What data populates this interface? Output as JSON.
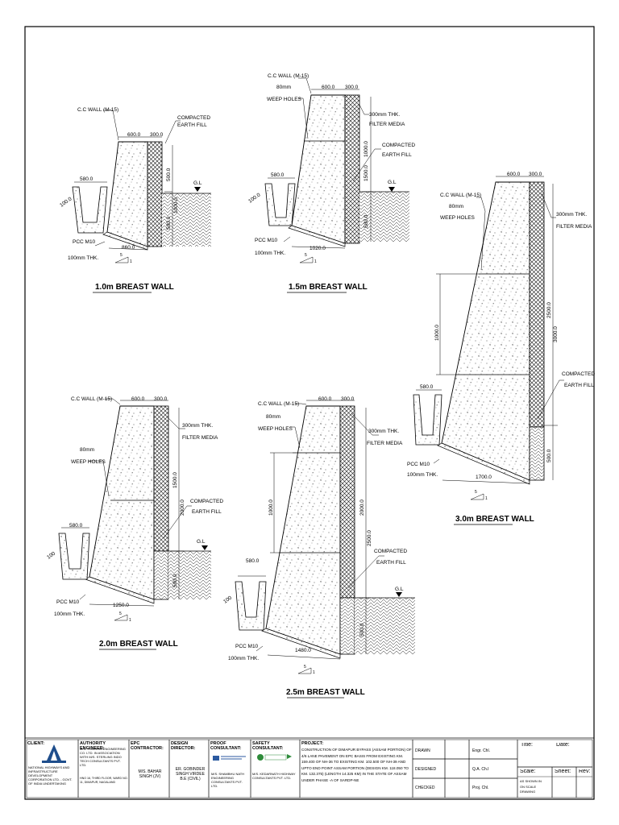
{
  "walls": {
    "w10": {
      "title": "1.0m BREAST WALL",
      "cc_wall": "C.C WALL (M-15)",
      "compacted": [
        "COMPACTED",
        "EARTH FILL"
      ],
      "top_dim": "600.0",
      "filter_dim": "300.0",
      "drain_dim": "580.0",
      "drain_side": "100.0",
      "gl": "G.L",
      "v1": "500.0",
      "v2": "1000.0",
      "v3": "500.0",
      "base_dim": "860.0",
      "pcc": [
        "PCC M10",
        "100mm THK."
      ],
      "slope": "5",
      "slope_h": "1"
    },
    "w15": {
      "title": "1.5m BREAST WALL",
      "cc_wall": "C.C WALL (M-15)",
      "weep": [
        "80mm",
        "WEEP HOLES"
      ],
      "filter": [
        "300mm THK.",
        "FILTER MEDIA"
      ],
      "compacted": [
        "COMPACTED",
        "EARTH FILL"
      ],
      "top_dim": "600.0",
      "filter_dim": "300.0",
      "drain_dim": "580.0",
      "drain_side": "100.0",
      "gl": "G.L",
      "v1": "1000.0",
      "v2": "1500.0",
      "v3": "500.0",
      "base_dim": "1020.0",
      "pcc": [
        "PCC M10",
        "100mm THK."
      ],
      "slope": "5",
      "slope_h": "1"
    },
    "w30": {
      "title": "3.0m BREAST WALL",
      "cc_wall": "C.C WALL (M-15)",
      "weep": [
        "80mm",
        "WEEP HOLES"
      ],
      "filter": [
        "300mm THK.",
        "FILTER MEDIA"
      ],
      "compacted": [
        "COMPACTED",
        "EARTH FILL"
      ],
      "top_dim": "600.0",
      "filter_dim": "300.0",
      "drain_dim": "580.0",
      "v1": "1000.0",
      "v2": "2500.0",
      "v3": "3000.0",
      "v4": "500.0",
      "base_dim": "1700.0",
      "pcc": [
        "PCC M10",
        "100mm THK."
      ],
      "slope": "5",
      "slope_h": "1"
    },
    "w20": {
      "title": "2.0m BREAST WALL",
      "cc_wall": "C.C WALL (M-15)",
      "weep": [
        "80mm",
        "WEEP HOLES"
      ],
      "filter": [
        "300mm THK.",
        "FILTER MEDIA"
      ],
      "compacted": [
        "COMPACTED",
        "EARTH FILL"
      ],
      "top_dim": "600.0",
      "filter_dim": "300.0",
      "drain_dim": "580.0",
      "drain_side": "100",
      "gl": "G.L",
      "v1": "1500.0",
      "v2": "2000.0",
      "v3": "500.0",
      "base_dim": "1250.0",
      "pcc": [
        "PCC M10",
        "100mm THK."
      ],
      "slope": "5",
      "slope_h": "1"
    },
    "w25": {
      "title": "2.5m BREAST WALL",
      "cc_wall": "C.C WALL (M-15)",
      "weep": [
        "80mm",
        "WEEP HOLES"
      ],
      "filter": [
        "300mm THK.",
        "FILTER MEDIA"
      ],
      "compacted": [
        "COMPACTED",
        "EARTH FILL"
      ],
      "top_dim": "600.0",
      "filter_dim": "300.0",
      "drain_dim": "580.0",
      "drain_side": "100",
      "gl": "G.L",
      "v1": "1000.0",
      "v2": "2000.0",
      "v3": "2500.0",
      "v4": "500.0",
      "base_dim": "1480.0",
      "pcc": [
        "PCC M10",
        "100mm THK."
      ],
      "slope": "5",
      "slope_h": "1"
    }
  },
  "title_block": {
    "client_label": "CLIENT:",
    "client_text": "NATIONAL HIGHWAYS AND INFRASTRUCTURE DEVELOPMENT CORPORATION LTD. - GOVT. OF INDIA UNDERTAKING",
    "authority_label": "AUTHORITY ENGINEER:",
    "authority_text": "M/S. YOOSHIN ENGINEERING CO. LTD. IN ASSOCIATION WITH M/S. STERLING INDO TECH CONSULTANTS PVT. LTD.",
    "authority_addr": "HNO 16, THIRD FLOOR, WARD NO. 11, DIMAPUR, NAGALAND",
    "epc_label": "EPC CONTRACTOR:",
    "epc_text": "M/S. BAHAR SINGH (JV)",
    "design_label": "DESIGN DIRECTOR:",
    "design_text": "ER. GOBINDER SINGH VIRDEE B.E (CIVIL)",
    "proof_label": "PROOF CONSULTANT:",
    "proof_text": "M/S. SHAMBHU NATH ENGINEERING CONSULTANTS PVT. LTD.",
    "safety_label": "SAFETY CONSULTANT:",
    "safety_text": "M/S. KEDARNATH HIGHWAY CONSULTANTS PVT. LTD.",
    "project_label": "PROJECT:",
    "project_text": "CONSTRUCTION OF DIMAPUR BYPASS (ASSAM PORTION) OF 4/6 LANE PAVEMENT ON EPC BASIS FROM EXISTING KM. 159.400 OF NH-36 TO EXISTING KM. 102.500 OF NH-39 AND UPTO END POINT ASSAM PORTION (DESIGN KM. 118.050 TO KM. 132.375) (LENGTH 14.325 KM) IN THE STATE OF ASSAM UNDER PHASE -A OF SARDP-NE",
    "drawn": "DRAWN",
    "designed": "DESIGNED",
    "checked": "CHECKED",
    "engr": "Engr. Chl.",
    "qa": "Q.A. Ch.I",
    "proj": "Proj. Chl.",
    "title_label": "Title:",
    "date_label": "Date:",
    "scale_label": "Scale:",
    "scale_text": "AS SHOWN IN",
    "scale_text2": "ON SCALE DRAWING",
    "sheet_label": "Sheet:",
    "rev_label": "Rev:"
  }
}
